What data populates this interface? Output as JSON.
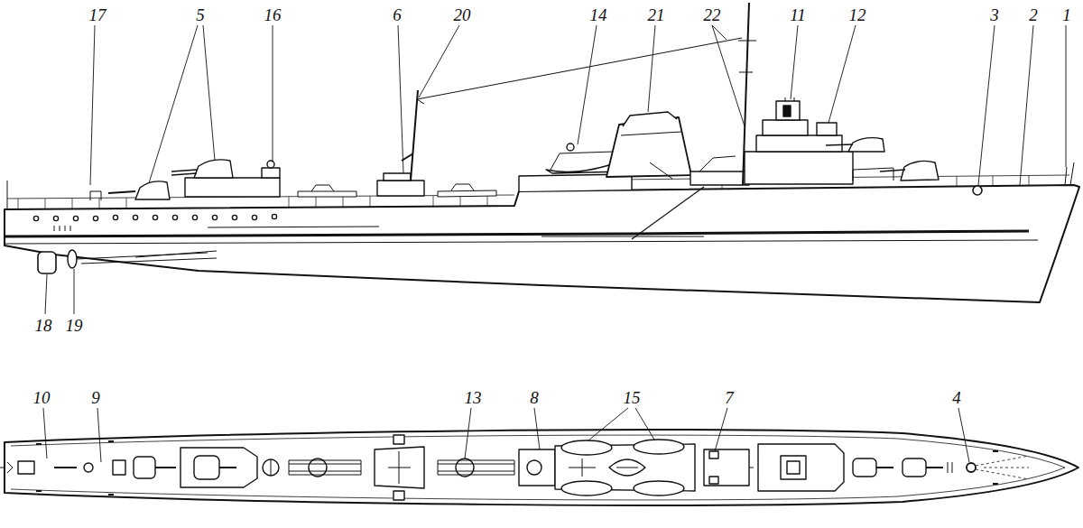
{
  "diagram": {
    "labels": [
      "17",
      "5",
      "16",
      "6",
      "20",
      "14",
      "21",
      "22",
      "11",
      "12",
      "3",
      "2",
      "1",
      "18",
      "19",
      "10",
      "9",
      "13",
      "8",
      "15",
      "7",
      "4"
    ]
  }
}
